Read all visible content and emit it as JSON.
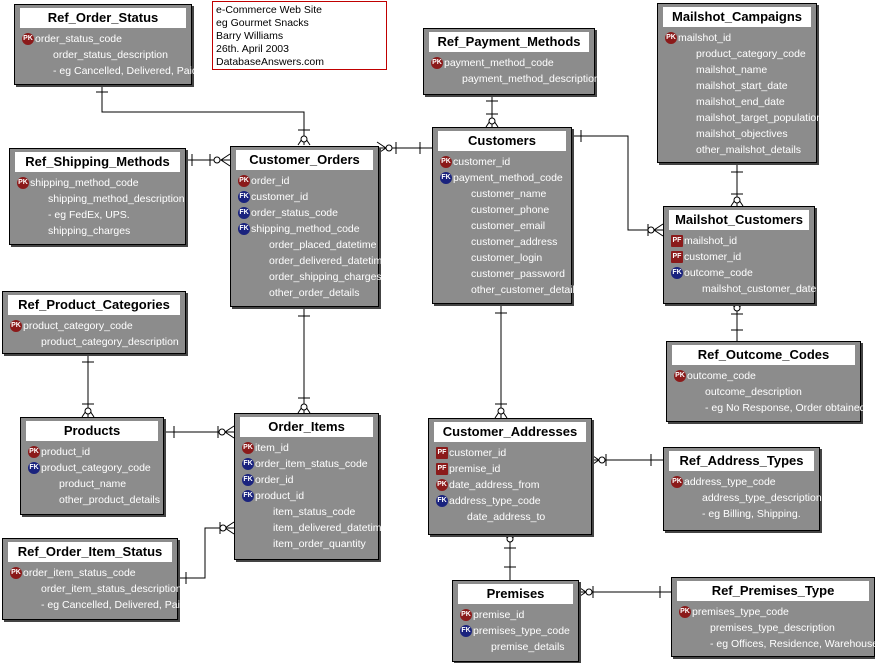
{
  "info_box": {
    "lines": [
      "e-Commerce Web Site",
      "eg Gourmet Snacks",
      "Barry Williams",
      "26th. April 2003",
      "DatabaseAnswers.com"
    ]
  },
  "entities": {
    "ref_order_status": {
      "title": "Ref_Order_Status",
      "attrs": [
        {
          "key": "PK",
          "name": "order_status_code"
        },
        {
          "key": "",
          "name": "order_status_description"
        },
        {
          "key": "",
          "name": "- eg Cancelled, Delivered, Paid"
        }
      ]
    },
    "ref_shipping_methods": {
      "title": "Ref_Shipping_Methods",
      "attrs": [
        {
          "key": "PK",
          "name": "shipping_method_code"
        },
        {
          "key": "",
          "name": "shipping_method_description"
        },
        {
          "key": "",
          "name": "- eg FedEx, UPS."
        },
        {
          "key": "",
          "name": "shipping_charges"
        }
      ]
    },
    "customer_orders": {
      "title": "Customer_Orders",
      "attrs": [
        {
          "key": "PK",
          "name": "order_id"
        },
        {
          "key": "FK",
          "name": "customer_id"
        },
        {
          "key": "FK",
          "name": "order_status_code"
        },
        {
          "key": "FK",
          "name": "shipping_method_code"
        },
        {
          "key": "",
          "name": "order_placed_datetime"
        },
        {
          "key": "",
          "name": "order_delivered_datetime"
        },
        {
          "key": "",
          "name": "order_shipping_charges"
        },
        {
          "key": "",
          "name": "other_order_details"
        }
      ]
    },
    "ref_payment_methods": {
      "title": "Ref_Payment_Methods",
      "attrs": [
        {
          "key": "PK",
          "name": "payment_method_code"
        },
        {
          "key": "",
          "name": "payment_method_description"
        }
      ]
    },
    "customers": {
      "title": "Customers",
      "attrs": [
        {
          "key": "PK",
          "name": "customer_id"
        },
        {
          "key": "FK",
          "name": "payment_method_code"
        },
        {
          "key": "",
          "name": "customer_name"
        },
        {
          "key": "",
          "name": "customer_phone"
        },
        {
          "key": "",
          "name": "customer_email"
        },
        {
          "key": "",
          "name": "customer_address"
        },
        {
          "key": "",
          "name": "customer_login"
        },
        {
          "key": "",
          "name": "customer_password"
        },
        {
          "key": "",
          "name": "other_customer_details"
        }
      ]
    },
    "mailshot_campaigns": {
      "title": "Mailshot_Campaigns",
      "attrs": [
        {
          "key": "PK",
          "name": "mailshot_id"
        },
        {
          "key": "",
          "name": "product_category_code"
        },
        {
          "key": "",
          "name": "mailshot_name"
        },
        {
          "key": "",
          "name": "mailshot_start_date"
        },
        {
          "key": "",
          "name": "mailshot_end_date"
        },
        {
          "key": "",
          "name": "mailshot_target_population"
        },
        {
          "key": "",
          "name": "mailshot_objectives"
        },
        {
          "key": "",
          "name": "other_mailshot_details"
        }
      ]
    },
    "mailshot_customers": {
      "title": "Mailshot_Customers",
      "attrs": [
        {
          "key": "PF",
          "name": "mailshot_id"
        },
        {
          "key": "PF",
          "name": "customer_id"
        },
        {
          "key": "FK",
          "name": "outcome_code"
        },
        {
          "key": "",
          "name": "mailshot_customer_date"
        }
      ]
    },
    "ref_product_categories": {
      "title": "Ref_Product_Categories",
      "attrs": [
        {
          "key": "PK",
          "name": "product_category_code"
        },
        {
          "key": "",
          "name": "product_category_description"
        }
      ]
    },
    "ref_outcome_codes": {
      "title": "Ref_Outcome_Codes",
      "attrs": [
        {
          "key": "PK",
          "name": "outcome_code"
        },
        {
          "key": "",
          "name": "outcome_description"
        },
        {
          "key": "",
          "name": "- eg No Response, Order obtained."
        }
      ]
    },
    "products": {
      "title": "Products",
      "attrs": [
        {
          "key": "PK",
          "name": "product_id"
        },
        {
          "key": "FK",
          "name": "product_category_code"
        },
        {
          "key": "",
          "name": "product_name"
        },
        {
          "key": "",
          "name": "other_product_details"
        }
      ]
    },
    "order_items": {
      "title": "Order_Items",
      "attrs": [
        {
          "key": "PK",
          "name": "item_id"
        },
        {
          "key": "FK",
          "name": "order_item_status_code"
        },
        {
          "key": "FK",
          "name": "order_id"
        },
        {
          "key": "FK",
          "name": "product_id"
        },
        {
          "key": "",
          "name": "item_status_code"
        },
        {
          "key": "",
          "name": "item_delivered_datetime"
        },
        {
          "key": "",
          "name": "item_order_quantity"
        }
      ]
    },
    "customer_addresses": {
      "title": "Customer_Addresses",
      "attrs": [
        {
          "key": "PF",
          "name": "customer_id"
        },
        {
          "key": "PF",
          "name": "premise_id"
        },
        {
          "key": "PK",
          "name": "date_address_from"
        },
        {
          "key": "FK",
          "name": "address_type_code"
        },
        {
          "key": "",
          "name": "date_address_to"
        }
      ]
    },
    "ref_address_types": {
      "title": "Ref_Address_Types",
      "attrs": [
        {
          "key": "PK",
          "name": "address_type_code"
        },
        {
          "key": "",
          "name": "address_type_description"
        },
        {
          "key": "",
          "name": "- eg Billing, Shipping."
        }
      ]
    },
    "ref_order_item_status": {
      "title": "Ref_Order_Item_Status",
      "attrs": [
        {
          "key": "PK",
          "name": "order_item_status_code"
        },
        {
          "key": "",
          "name": "order_item_status_description"
        },
        {
          "key": "",
          "name": "- eg Cancelled, Delivered, Paid"
        }
      ]
    },
    "premises": {
      "title": "Premises",
      "attrs": [
        {
          "key": "PK",
          "name": "premise_id"
        },
        {
          "key": "FK",
          "name": "premises_type_code"
        },
        {
          "key": "",
          "name": "premise_details"
        }
      ]
    },
    "ref_premises_type": {
      "title": "Ref_Premises_Type",
      "attrs": [
        {
          "key": "PK",
          "name": "premises_type_code"
        },
        {
          "key": "",
          "name": "premises_type_description"
        },
        {
          "key": "",
          "name": "- eg Offices, Residence, Warehouse."
        }
      ]
    }
  }
}
